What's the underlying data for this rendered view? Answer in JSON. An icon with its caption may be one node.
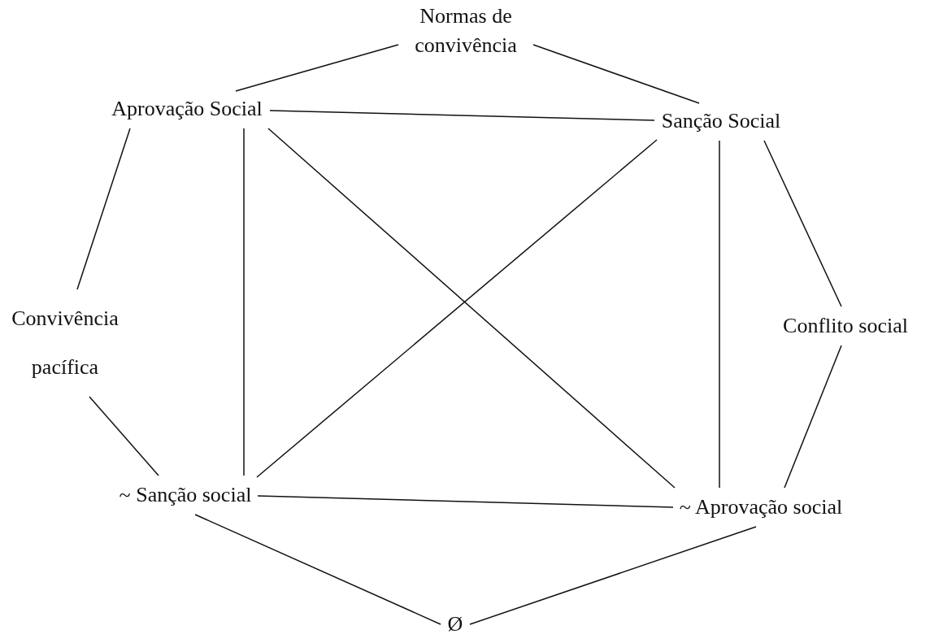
{
  "diagram": {
    "nodes": [
      {
        "text": [
          "Normas de convivência"
        ]
      },
      {
        "text": [
          "Aprovação Social"
        ]
      },
      {
        "text": [
          "Sanção Social"
        ]
      },
      {
        "text": [
          "Convivência pacífica"
        ]
      },
      {
        "text": [
          "Conflito social"
        ]
      },
      {
        "text": [
          "~ Sanção social"
        ]
      },
      {
        "text": [
          "~ Aprovação social"
        ]
      },
      {
        "text": [
          "Ø"
        ]
      }
    ],
    "edges": [
      {
        "from": 0,
        "to": 1,
        "arrow": "none"
      },
      {
        "from": 0,
        "to": 2,
        "arrow": "none"
      },
      {
        "from": 1,
        "to": 2,
        "arrow": "none"
      },
      {
        "from": 1,
        "to": 3,
        "arrow": "none"
      },
      {
        "from": 1,
        "to": 5,
        "arrow": "none"
      },
      {
        "from": 1,
        "to": 6,
        "arrow": "none"
      },
      {
        "from": 2,
        "to": 5,
        "arrow": "none"
      },
      {
        "from": 2,
        "to": 6,
        "arrow": "none"
      },
      {
        "from": 2,
        "to": 4,
        "arrow": "none"
      },
      {
        "from": 3,
        "to": 5,
        "arrow": "none"
      },
      {
        "from": 4,
        "to": 6,
        "arrow": "none"
      },
      {
        "from": 5,
        "to": 6,
        "arrow": "none"
      },
      {
        "from": 5,
        "to": 7,
        "arrow": "none"
      },
      {
        "from": 6,
        "to": 7,
        "arrow": "none"
      }
    ]
  }
}
